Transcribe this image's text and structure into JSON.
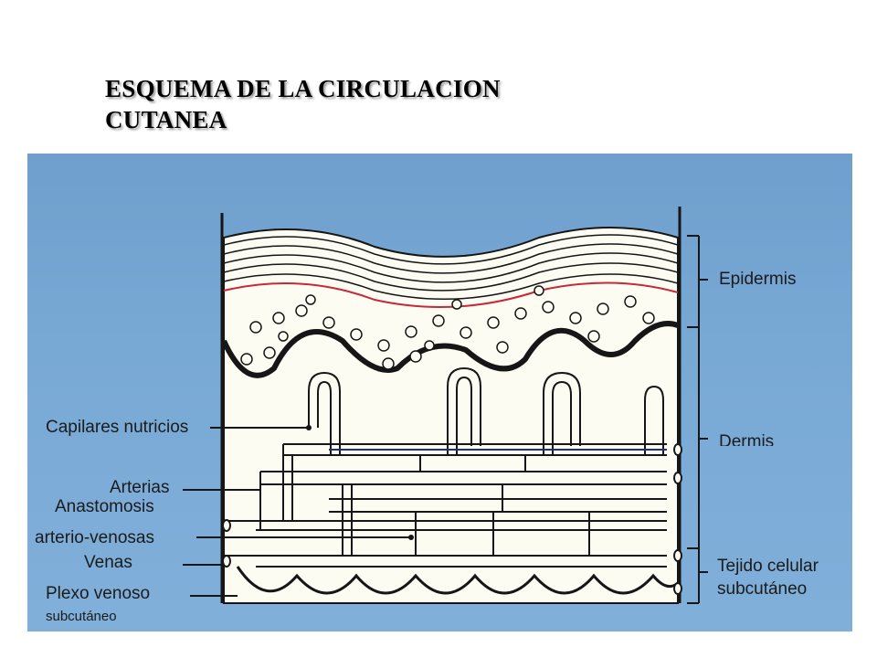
{
  "title": {
    "line1": "ESQUEMA DE LA CIRCULACION",
    "line2": "CUTANEA"
  },
  "diagram": {
    "labels_left": {
      "capilares": "Capilares nutricios",
      "arterias": "Arterias",
      "anastomosis": "Anastomosis",
      "arterio_venosas": "arterio-venosas",
      "venas": "Venas",
      "plexo_venoso": "Plexo venoso",
      "plexo_subcutaneo": "subcutáneo"
    },
    "labels_right": {
      "epidermis": "Epidermis",
      "dermis": "Dermis",
      "tejido_line1": "Tejido celular",
      "tejido_line2": "subcutáneo"
    },
    "colors": {
      "background": "#78a8d4",
      "tissue": "#fcfcf3",
      "ink": "#161616",
      "vein_accent": "#1d2f8c",
      "title_shadow": "#9a9a9a"
    }
  }
}
